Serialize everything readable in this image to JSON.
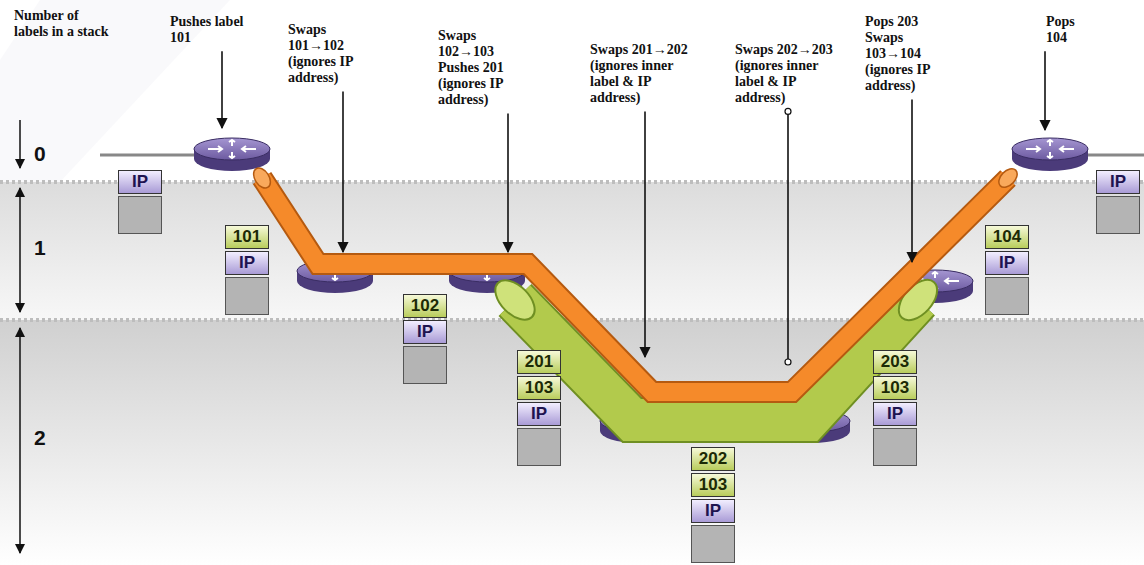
{
  "diagram": {
    "nodes": [
      {
        "text": [
          "IP"
        ]
      },
      {
        "text": [
          "101",
          "IP"
        ]
      },
      {
        "text": [
          "102",
          "IP"
        ]
      },
      {
        "text": [
          "201",
          "103",
          "IP"
        ]
      },
      {
        "text": [
          "202",
          "103",
          "IP"
        ]
      },
      {
        "text": [
          "203",
          "103",
          "IP"
        ]
      },
      {
        "text": [
          "104",
          "IP"
        ]
      },
      {
        "text": [
          "IP"
        ]
      }
    ],
    "labels": [
      "Number of labels in a stack",
      "Pushes label 101",
      "Swaps 101→102 (ignores IP address)",
      "Swaps 102→103 Pushes 201 (ignores IP address)",
      "Swaps 201→202 (ignores inner label & IP address)",
      "Swaps 202→203 (ignores inner label & IP address)",
      "Pops 203 Swaps 103→104 (ignores IP address)",
      "Pops 104",
      "0",
      "1",
      "2"
    ]
  }
}
